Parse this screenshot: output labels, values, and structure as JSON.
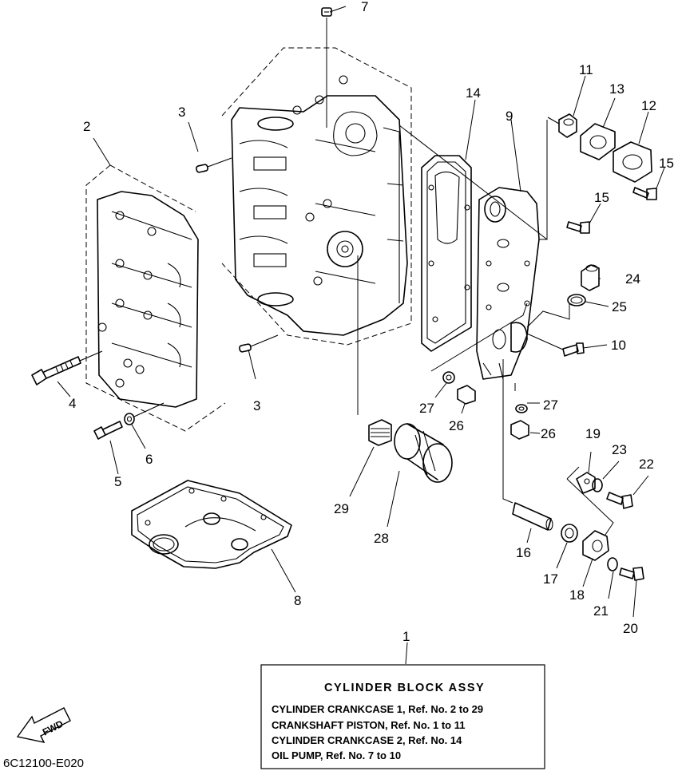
{
  "callouts": [
    "1",
    "2",
    "3",
    "3",
    "4",
    "5",
    "6",
    "7",
    "8",
    "9",
    "10",
    "11",
    "12",
    "13",
    "14",
    "15",
    "15",
    "16",
    "17",
    "18",
    "19",
    "20",
    "21",
    "22",
    "23",
    "24",
    "25",
    "26",
    "26",
    "27",
    "27",
    "28",
    "29"
  ],
  "legend_box": {
    "title": "CYLINDER BLOCK ASSY",
    "lines": [
      "CYLINDER CRANKCASE 1,  Ref. No. 2 to 29",
      "CRANKSHAFT PISTON,  Ref. No. 1 to 11",
      "CYLINDER CRANKCASE 2, Ref. No. 14",
      "OIL PUMP,   Ref. No. 7 to 10"
    ]
  },
  "fwd_label": "FWD",
  "diagram_code": "6C12100-E020"
}
